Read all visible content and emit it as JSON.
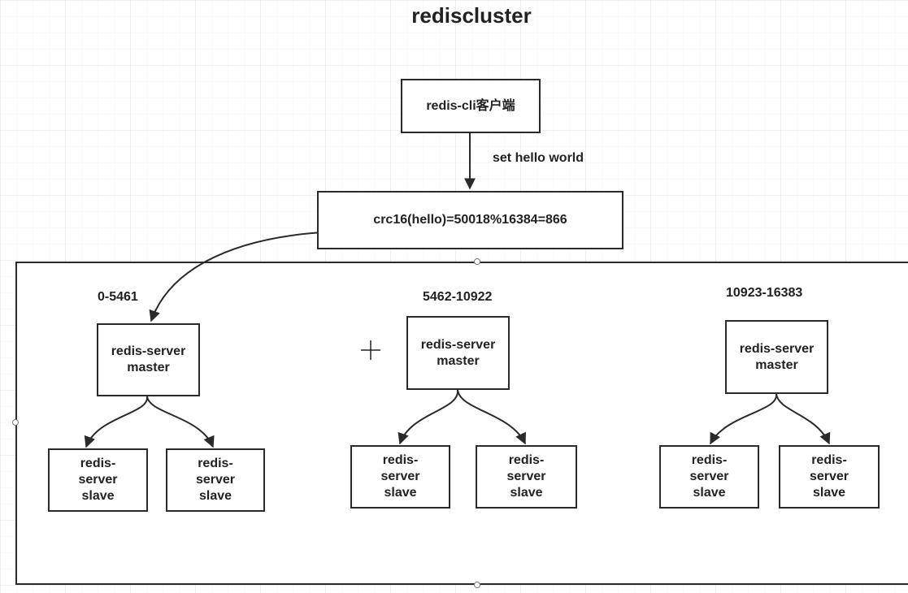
{
  "diagram": {
    "title": "rediscluster",
    "client": {
      "label": "redis-cli客户端"
    },
    "command": {
      "label": "set hello world"
    },
    "hash": {
      "label": "crc16(hello)=50018%16384=866"
    },
    "groups": [
      {
        "range": "0-5461",
        "master": {
          "line1": "redis-server",
          "line2": "master"
        },
        "slaves": [
          {
            "line1": "redis-",
            "line2": "server",
            "line3": "slave"
          },
          {
            "line1": "redis-",
            "line2": "server",
            "line3": "slave"
          }
        ]
      },
      {
        "range": "5462-10922",
        "master": {
          "line1": "redis-server",
          "line2": "master"
        },
        "slaves": [
          {
            "line1": "redis-",
            "line2": "server",
            "line3": "slave"
          },
          {
            "line1": "redis-",
            "line2": "server",
            "line3": "slave"
          }
        ]
      },
      {
        "range": "10923-16383",
        "master": {
          "line1": "redis-server",
          "line2": "master"
        },
        "slaves": [
          {
            "line1": "redis-",
            "line2": "server",
            "line3": "slave"
          },
          {
            "line1": "redis-",
            "line2": "server",
            "line3": "slave"
          }
        ]
      }
    ]
  }
}
